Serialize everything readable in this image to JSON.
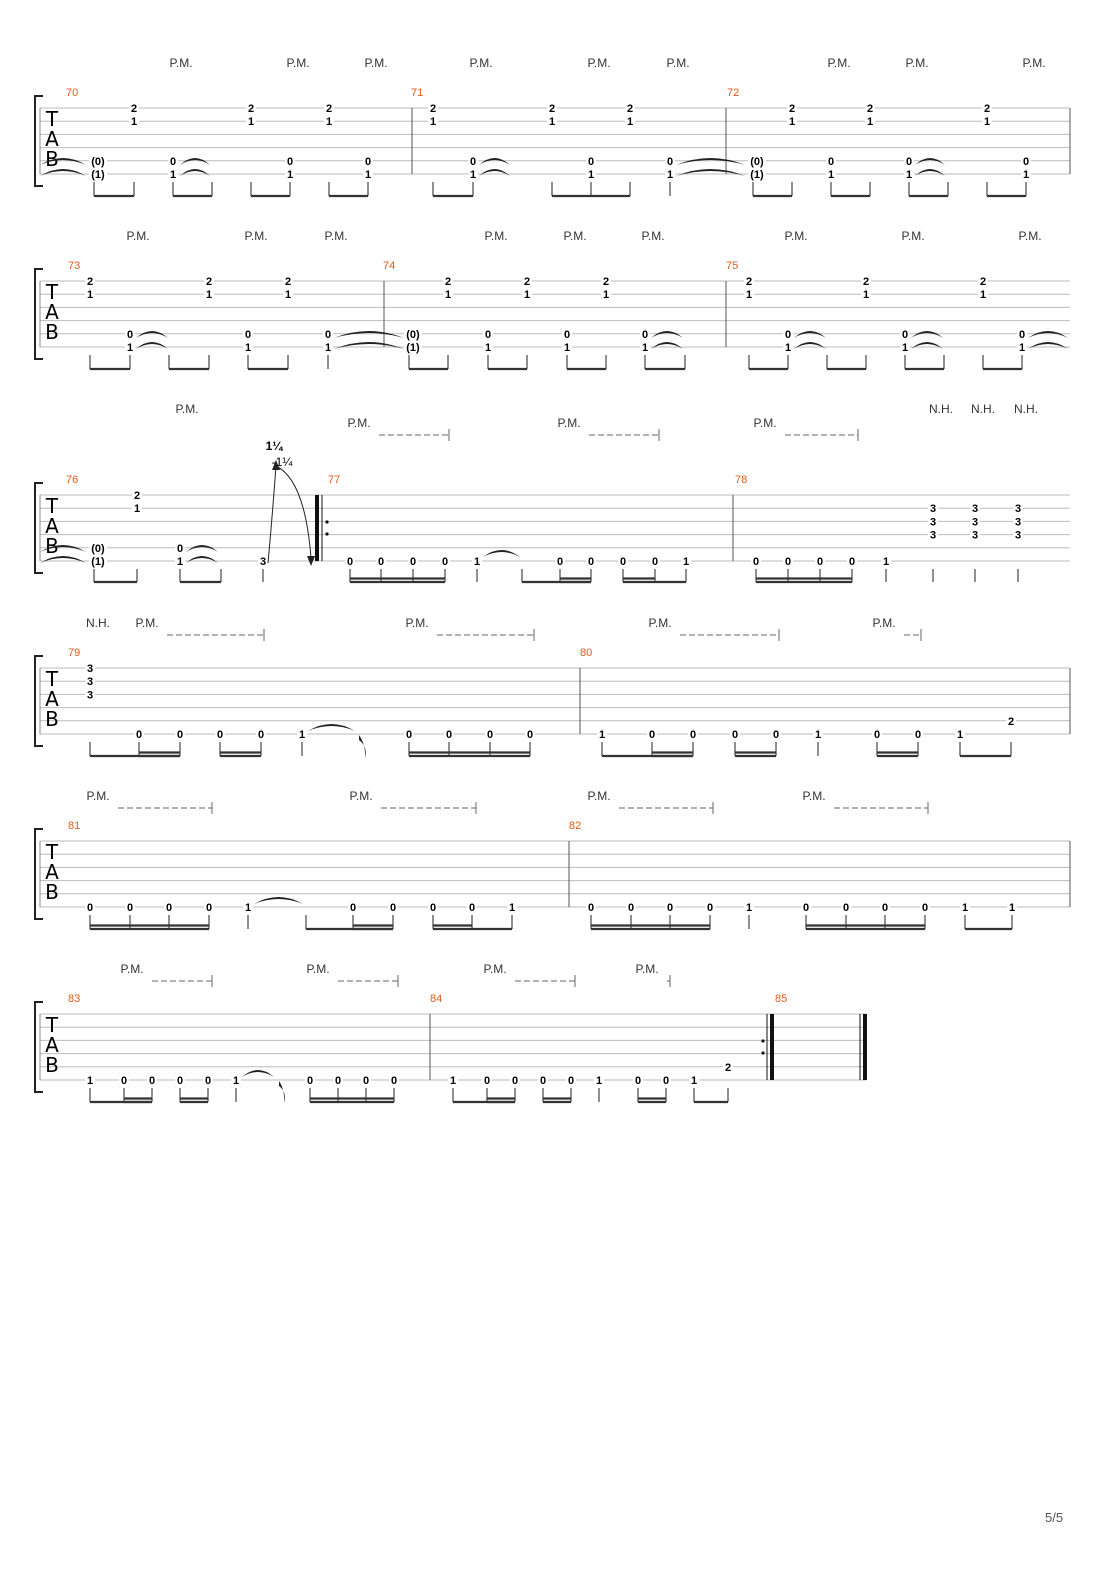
{
  "page": {
    "page_number": "5/5"
  },
  "labels": {
    "tab": [
      "T",
      "A",
      "B"
    ],
    "palm_mute": "P.M.",
    "natural_harmonic": "N.H."
  },
  "measures": [
    {
      "number": "70",
      "fret_numbers": [
        "(0)",
        "(1)",
        "2",
        "1",
        "0",
        "1",
        "2",
        "1",
        "0",
        "1",
        "2",
        "1",
        "0",
        "1"
      ]
    },
    {
      "number": "71",
      "fret_numbers": [
        "2",
        "1",
        "0",
        "1",
        "2",
        "1",
        "0",
        "1",
        "2",
        "1",
        "0",
        "1"
      ]
    },
    {
      "number": "72",
      "fret_numbers": [
        "(0)",
        "(1)",
        "2",
        "1",
        "0",
        "1",
        "2",
        "1",
        "0",
        "1",
        "2",
        "1",
        "0",
        "1"
      ]
    },
    {
      "number": "73",
      "fret_numbers": [
        "2",
        "1",
        "0",
        "1",
        "2",
        "1",
        "0",
        "1",
        "2",
        "1",
        "0",
        "1"
      ]
    },
    {
      "number": "74",
      "fret_numbers": [
        "(0)",
        "(1)",
        "2",
        "1",
        "0",
        "1",
        "2",
        "1",
        "0",
        "1",
        "2",
        "1",
        "0",
        "1"
      ]
    },
    {
      "number": "75",
      "fret_numbers": [
        "2",
        "1",
        "0",
        "1",
        "2",
        "1",
        "0",
        "1",
        "2",
        "1",
        "0",
        "1"
      ]
    },
    {
      "number": "76",
      "fret_numbers": [
        "(0)",
        "(1)",
        "2",
        "1",
        "0",
        "1",
        "3"
      ],
      "bend": [
        "1¼",
        "-1¼"
      ]
    },
    {
      "number": "77",
      "fret_numbers": [
        "0",
        "0",
        "0",
        "0",
        "1",
        "0",
        "0",
        "0",
        "0",
        "1"
      ]
    },
    {
      "number": "78",
      "fret_numbers": [
        "0",
        "0",
        "0",
        "0",
        "1",
        "3",
        "3",
        "3",
        "3",
        "3",
        "3",
        "3",
        "3",
        "3"
      ]
    },
    {
      "number": "79",
      "fret_numbers": [
        "3",
        "3",
        "3",
        "0",
        "0",
        "0",
        "0",
        "1",
        "0",
        "0",
        "0",
        "0"
      ]
    },
    {
      "number": "80",
      "fret_numbers": [
        "1",
        "0",
        "0",
        "0",
        "0",
        "1",
        "0",
        "0",
        "1",
        "2"
      ]
    },
    {
      "number": "81",
      "fret_numbers": [
        "0",
        "0",
        "0",
        "0",
        "1",
        "0",
        "0",
        "0",
        "0",
        "1"
      ]
    },
    {
      "number": "82",
      "fret_numbers": [
        "0",
        "0",
        "0",
        "0",
        "1",
        "0",
        "0",
        "0",
        "0",
        "1",
        "1"
      ]
    },
    {
      "number": "83",
      "fret_numbers": [
        "1",
        "0",
        "0",
        "0",
        "0",
        "1",
        "0",
        "0",
        "0",
        "0"
      ]
    },
    {
      "number": "84",
      "fret_numbers": [
        "1",
        "0",
        "0",
        "0",
        "0",
        "1",
        "0",
        "0",
        "1",
        "2"
      ]
    },
    {
      "number": "85",
      "fret_numbers": []
    }
  ]
}
